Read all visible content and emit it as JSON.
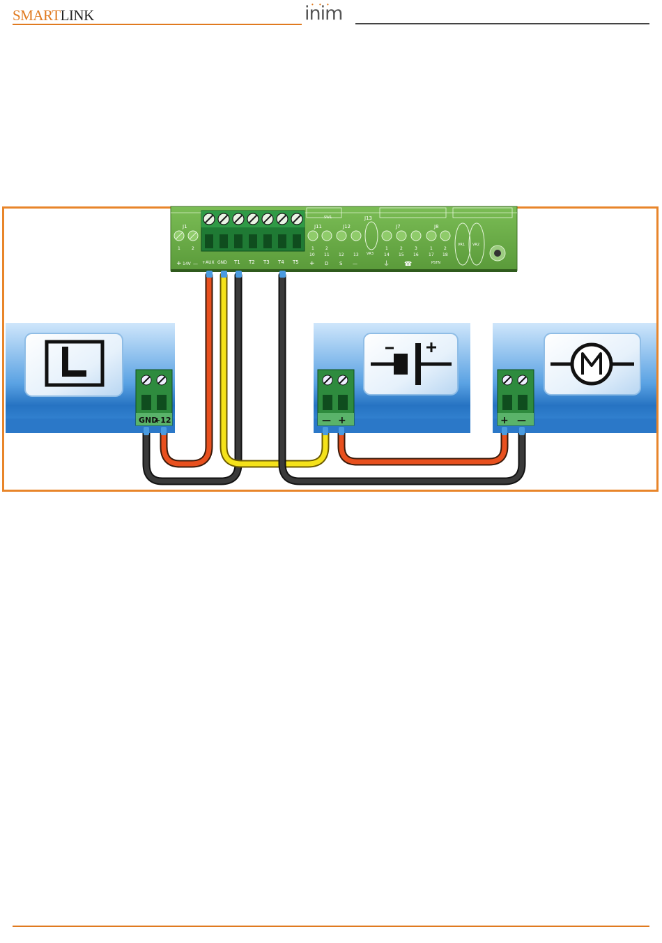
{
  "header": {
    "brand_smart": "SMART",
    "brand_link": "LINK",
    "logo": "inim"
  },
  "board": {
    "connectors": [
      "J1",
      "J11",
      "J12",
      "J13",
      "J7",
      "J8",
      "SW1"
    ],
    "pin_numbers": [
      "1",
      "2",
      "1",
      "2",
      "10",
      "11",
      "12",
      "13",
      "14",
      "15",
      "16",
      "17",
      "18",
      "1",
      "2",
      "3",
      "1",
      "2"
    ],
    "terminal_labels": [
      "+",
      "14V",
      "—",
      "+AUX",
      "GND",
      "T1",
      "T2",
      "T3",
      "T4",
      "T5",
      "+",
      "D",
      "S",
      "—",
      "PSTN"
    ],
    "trimmers": [
      "VR1",
      "VR2",
      "VR3"
    ]
  },
  "devices": [
    {
      "name": "lamp",
      "icon": "lamp-l-icon",
      "terminals": [
        "GND",
        "+12"
      ]
    },
    {
      "name": "battery",
      "icon": "battery-icon",
      "terminals": [
        "—",
        "+"
      ]
    },
    {
      "name": "motor",
      "icon": "motor-m-icon",
      "terminals": [
        "+",
        "—"
      ]
    }
  ],
  "wires": [
    {
      "from": "+AUX",
      "to": "lamp +12",
      "color": "#e8501e"
    },
    {
      "from": "GND",
      "to": "battery —",
      "color": "#f5e21a"
    },
    {
      "from": "T1",
      "to": "lamp GND",
      "color": "#333333"
    },
    {
      "from": "T4",
      "to": "motor —",
      "color": "#333333"
    },
    {
      "from": "battery +",
      "to": "motor +",
      "color": "#e8501e"
    }
  ],
  "colors": {
    "accent": "#e8852a",
    "board_green": "#6fb04a",
    "device_blue": "#2d7ec9",
    "terminal_green": "#2e8b3e"
  }
}
